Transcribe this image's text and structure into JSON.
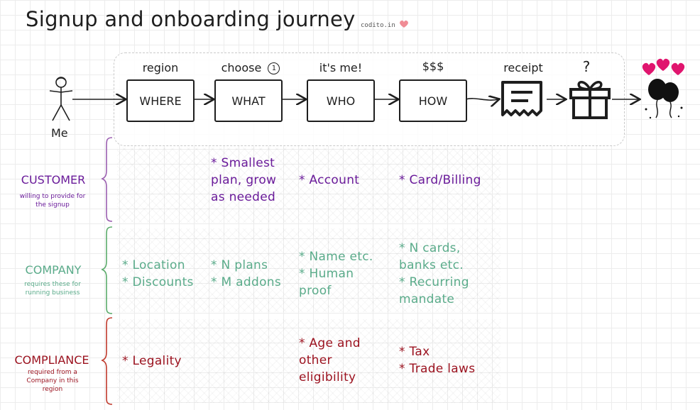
{
  "title": "Signup and onboarding journey",
  "brand": {
    "text": "codito.in",
    "icon": "heart-icon"
  },
  "actor": {
    "label": "Me",
    "icon": "stick-figure-icon"
  },
  "steps": [
    {
      "label": "region",
      "box": "WHERE"
    },
    {
      "label": "choose",
      "box": "WHAT",
      "badge": "1"
    },
    {
      "label": "it's me!",
      "box": "WHO"
    },
    {
      "label": "$$$",
      "box": "HOW"
    }
  ],
  "receipt": {
    "label": "receipt",
    "icon": "receipt-icon"
  },
  "gift": {
    "label": "?",
    "icon": "gift-icon"
  },
  "celebration": {
    "icon": "balloons-hearts-icon"
  },
  "colors": {
    "customer": "#6a1b9a",
    "company": "#5aab8a",
    "compliance": "#9b111e",
    "heart": "#e0156e"
  },
  "rows": {
    "customer": {
      "title": "CUSTOMER",
      "subtitle": [
        "willing to provide for",
        "the signup"
      ],
      "where": [],
      "what": [
        "* Smallest",
        "plan, grow",
        "as needed"
      ],
      "who": [
        "* Account"
      ],
      "how": [
        "* Card/Billing"
      ]
    },
    "company": {
      "title": "COMPANY",
      "subtitle": [
        "requires these for",
        "running business"
      ],
      "where": [
        "* Location",
        "* Discounts"
      ],
      "what": [
        "* N plans",
        "* M addons"
      ],
      "who": [
        "* Name etc.",
        "* Human",
        "proof"
      ],
      "how": [
        "* N cards,",
        "banks etc.",
        "* Recurring",
        "mandate"
      ]
    },
    "compliance": {
      "title": "COMPLIANCE",
      "subtitle": [
        "required from a",
        "Company in this",
        "region"
      ],
      "where": [
        "* Legality"
      ],
      "what": [],
      "who": [
        "* Age and",
        "other",
        "eligibility"
      ],
      "how": [
        "* Tax",
        "* Trade laws"
      ]
    }
  }
}
